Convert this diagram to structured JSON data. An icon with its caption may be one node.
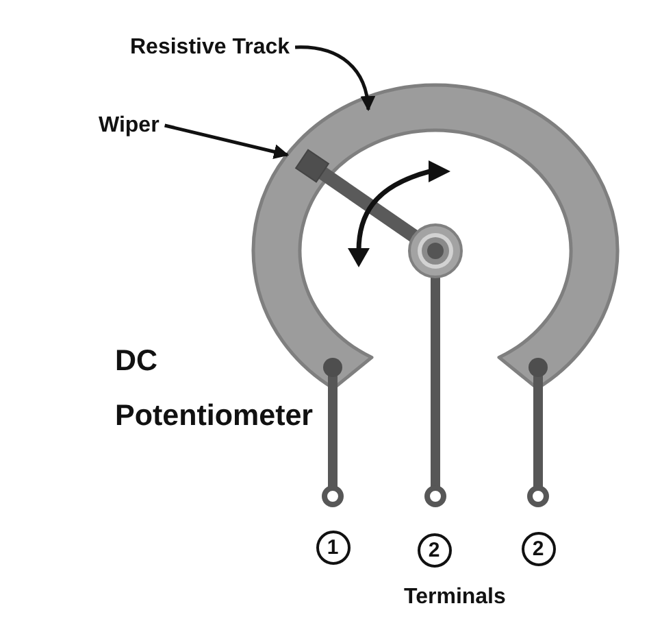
{
  "diagram": {
    "nodes": [
      {
        "text": [
          "Resistive Track"
        ]
      },
      {
        "text": [],
        "shape": "arc"
      },
      {
        "text": [
          "Wiper"
        ]
      },
      {
        "text": [],
        "shape": "bar"
      },
      {
        "text": [
          "1"
        ]
      },
      {
        "text": [
          "2"
        ]
      },
      {
        "text": [
          "2"
        ]
      }
    ],
    "edges": [
      {
        "from": 0,
        "to": 1,
        "arrow": "to"
      },
      {
        "from": 2,
        "to": 3,
        "arrow": "to"
      }
    ],
    "labels": [
      "DC Potentiometer",
      "Terminals"
    ]
  }
}
